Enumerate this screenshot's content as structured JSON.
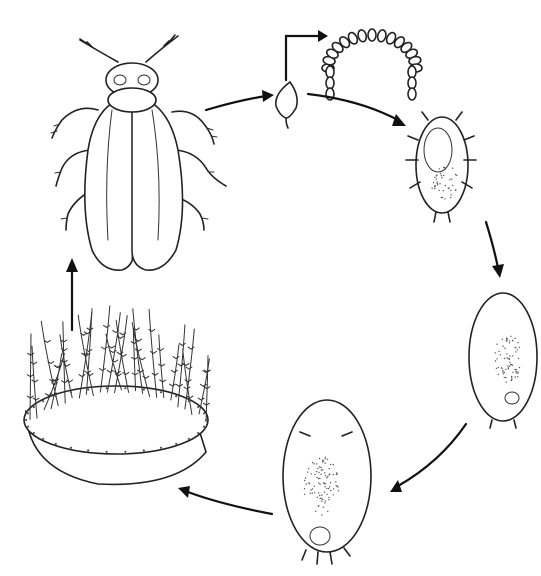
{
  "diagram": {
    "kind": "life-cycle",
    "stages": [
      {
        "id": "adult",
        "icon": "adult-whitefly-icon"
      },
      {
        "id": "egg",
        "icon": "egg-icon"
      },
      {
        "id": "egg-arc",
        "icon": "egg-arc-icon"
      },
      {
        "id": "crawler",
        "icon": "crawler-nymph-icon"
      },
      {
        "id": "second-instar",
        "icon": "nymph-instar-icon"
      },
      {
        "id": "third-instar",
        "icon": "nymph-instar-icon"
      },
      {
        "id": "pupa",
        "icon": "pupa-with-waxy-filaments-icon"
      }
    ],
    "colors": {
      "ink": "#222222",
      "background": "#ffffff"
    }
  }
}
